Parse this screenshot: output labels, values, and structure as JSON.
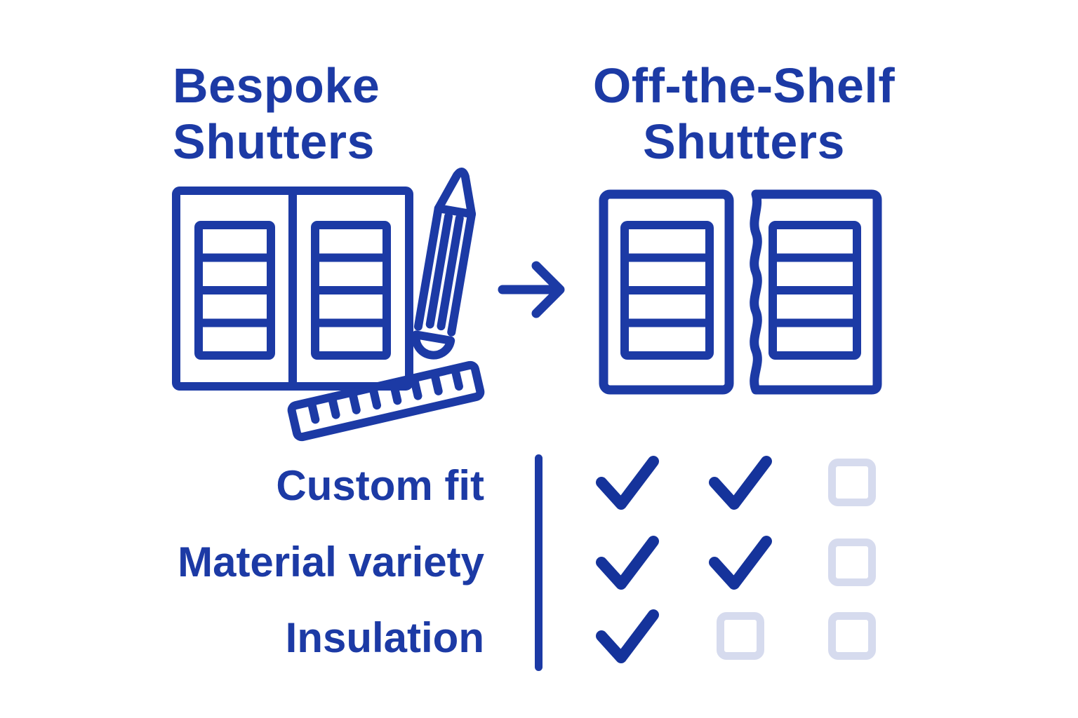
{
  "colors": {
    "background": "#ffffff",
    "primary": "#1c3aa5",
    "check": "#15339b",
    "empty_box": "#d6dbee"
  },
  "left_product": {
    "title": [
      "Bespoke",
      "Shutters"
    ],
    "illustration": "double-louver-shutter-with-pencil-and-ruler"
  },
  "right_product": {
    "title": [
      "Off-the-Shelf",
      "Shutters"
    ],
    "illustration": "two-separate-louver-shutter-panels-one-with-wavy-cut-edge"
  },
  "arrow": "right-arrow",
  "comparison": {
    "rows": [
      {
        "label": "Custom fit",
        "cells": [
          "check",
          "check",
          "empty"
        ]
      },
      {
        "label": "Material variety",
        "cells": [
          "check",
          "check",
          "empty"
        ]
      },
      {
        "label": "Insulation",
        "cells": [
          "check",
          "empty",
          "empty"
        ]
      }
    ],
    "legend": {
      "check": "checkmark",
      "empty": "empty-checkbox"
    }
  }
}
